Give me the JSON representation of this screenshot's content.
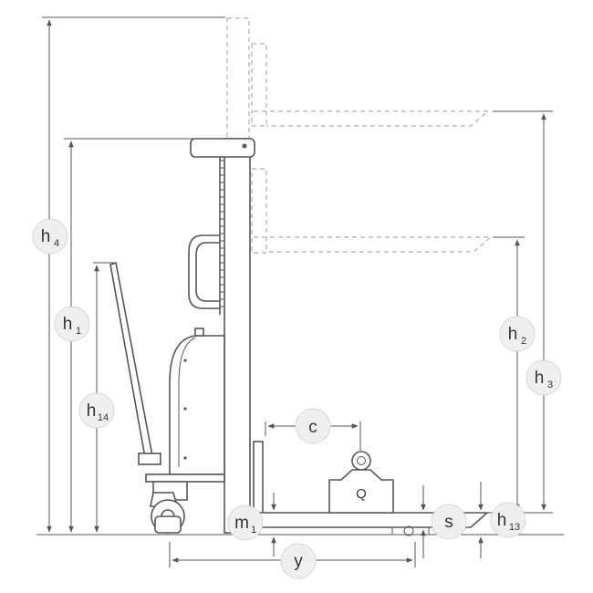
{
  "labels": {
    "h4": {
      "main": "h",
      "sub": "4"
    },
    "h1": {
      "main": "h",
      "sub": "1"
    },
    "h14": {
      "main": "h",
      "sub": "14"
    },
    "h2": {
      "main": "h",
      "sub": "2"
    },
    "h3": {
      "main": "h",
      "sub": "3"
    },
    "c": {
      "main": "c"
    },
    "m1": {
      "main": "m",
      "sub": "1"
    },
    "s": {
      "main": "s"
    },
    "h13": {
      "main": "h",
      "sub": "13"
    },
    "y": {
      "main": "y"
    },
    "q": {
      "main": "Q"
    }
  }
}
